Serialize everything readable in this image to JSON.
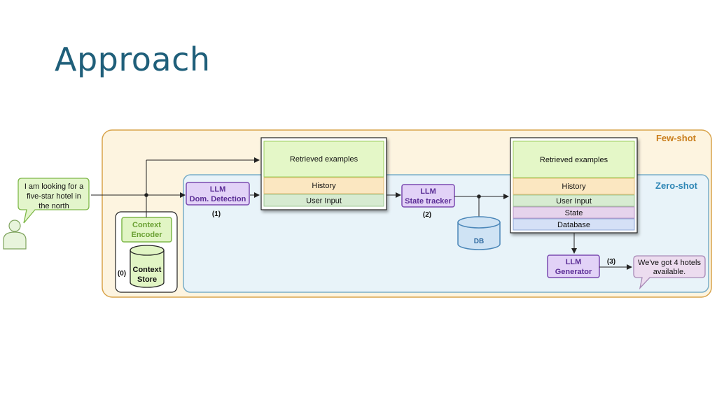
{
  "title": "Approach",
  "regions": {
    "few_shot": "Few-shot",
    "zero_shot": "Zero-shot"
  },
  "user": {
    "speech": [
      "I am looking for a",
      "five-star hotel in",
      "the north"
    ]
  },
  "context": {
    "encoder": [
      "Context",
      "Encoder"
    ],
    "store": [
      "Context",
      "Store"
    ],
    "step": "(0)"
  },
  "llm_domain": {
    "lines": [
      "LLM",
      "Dom. Detection"
    ],
    "step": "(1)"
  },
  "llm_state": {
    "lines": [
      "LLM",
      "State tracker"
    ],
    "step": "(2)"
  },
  "llm_generator": {
    "lines": [
      "LLM",
      "Generator"
    ],
    "step": "(3)"
  },
  "db": {
    "label": "DB"
  },
  "prompt1": {
    "examples": "Retrieved examples",
    "history": "History",
    "user_input": "User Input"
  },
  "prompt2": {
    "examples": "Retrieved examples",
    "history": "History",
    "user_input": "User Input",
    "state": "State",
    "database": "Database"
  },
  "response": {
    "lines": [
      "We've got 4 hotels",
      "available."
    ]
  },
  "colors": {
    "few_shot_bg": "#fdf4e0",
    "few_shot_border": "#d9a44b",
    "few_shot_text": "#c97d1a",
    "zero_shot_bg": "#e8f3f9",
    "zero_shot_border": "#79adc7",
    "zero_shot_text": "#2e86b5",
    "llm_fill": "#e2d2f7",
    "llm_border": "#7b4bb0",
    "green_fill": "#e1f5c4",
    "green_border": "#7fb84a",
    "db_fill": "#cfe3f4",
    "db_border": "#4a86b8",
    "title": "#1f5f7a"
  }
}
